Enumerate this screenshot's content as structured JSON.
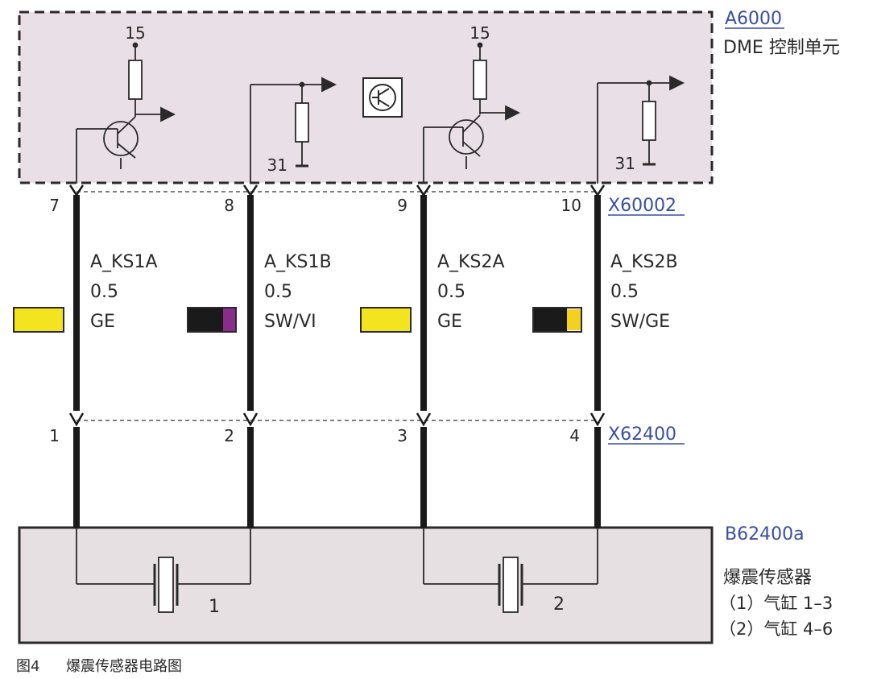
{
  "ecu": {
    "id": "A6000",
    "name": "DME 控制单元",
    "supply_labels": [
      "15",
      "15"
    ],
    "ground_labels": [
      "31",
      "31"
    ]
  },
  "connector_top": {
    "id": "X60002",
    "pins": [
      "7",
      "8",
      "9",
      "10"
    ]
  },
  "connector_bottom": {
    "id": "X62400",
    "pins": [
      "1",
      "2",
      "3",
      "4"
    ]
  },
  "wires": [
    {
      "signal": "A_KS1A",
      "size": "0.5",
      "color_code": "GE",
      "colors": [
        "#f2e41e"
      ]
    },
    {
      "signal": "A_KS1B",
      "size": "0.5",
      "color_code": "SW/VI",
      "colors": [
        "#1a1a1a",
        "#8a2c8c"
      ]
    },
    {
      "signal": "A_KS2A",
      "size": "0.5",
      "color_code": "GE",
      "colors": [
        "#f2e41e"
      ]
    },
    {
      "signal": "A_KS2B",
      "size": "0.5",
      "color_code": "SW/GE",
      "colors": [
        "#1a1a1a",
        "#f2d21e"
      ]
    }
  ],
  "sensor": {
    "id": "B62400a",
    "name": "爆震传感器",
    "lines": [
      "（1）气缸 1–3",
      "（2）气缸 4–6"
    ],
    "element_labels": [
      "1",
      "2"
    ]
  },
  "caption": {
    "figure": "图4",
    "title": "爆震传感器电路图"
  },
  "colors": {
    "ecu_fill": "#e9dfe6",
    "sensor_fill": "#e6e0e2",
    "link": "#3a4fa0"
  }
}
